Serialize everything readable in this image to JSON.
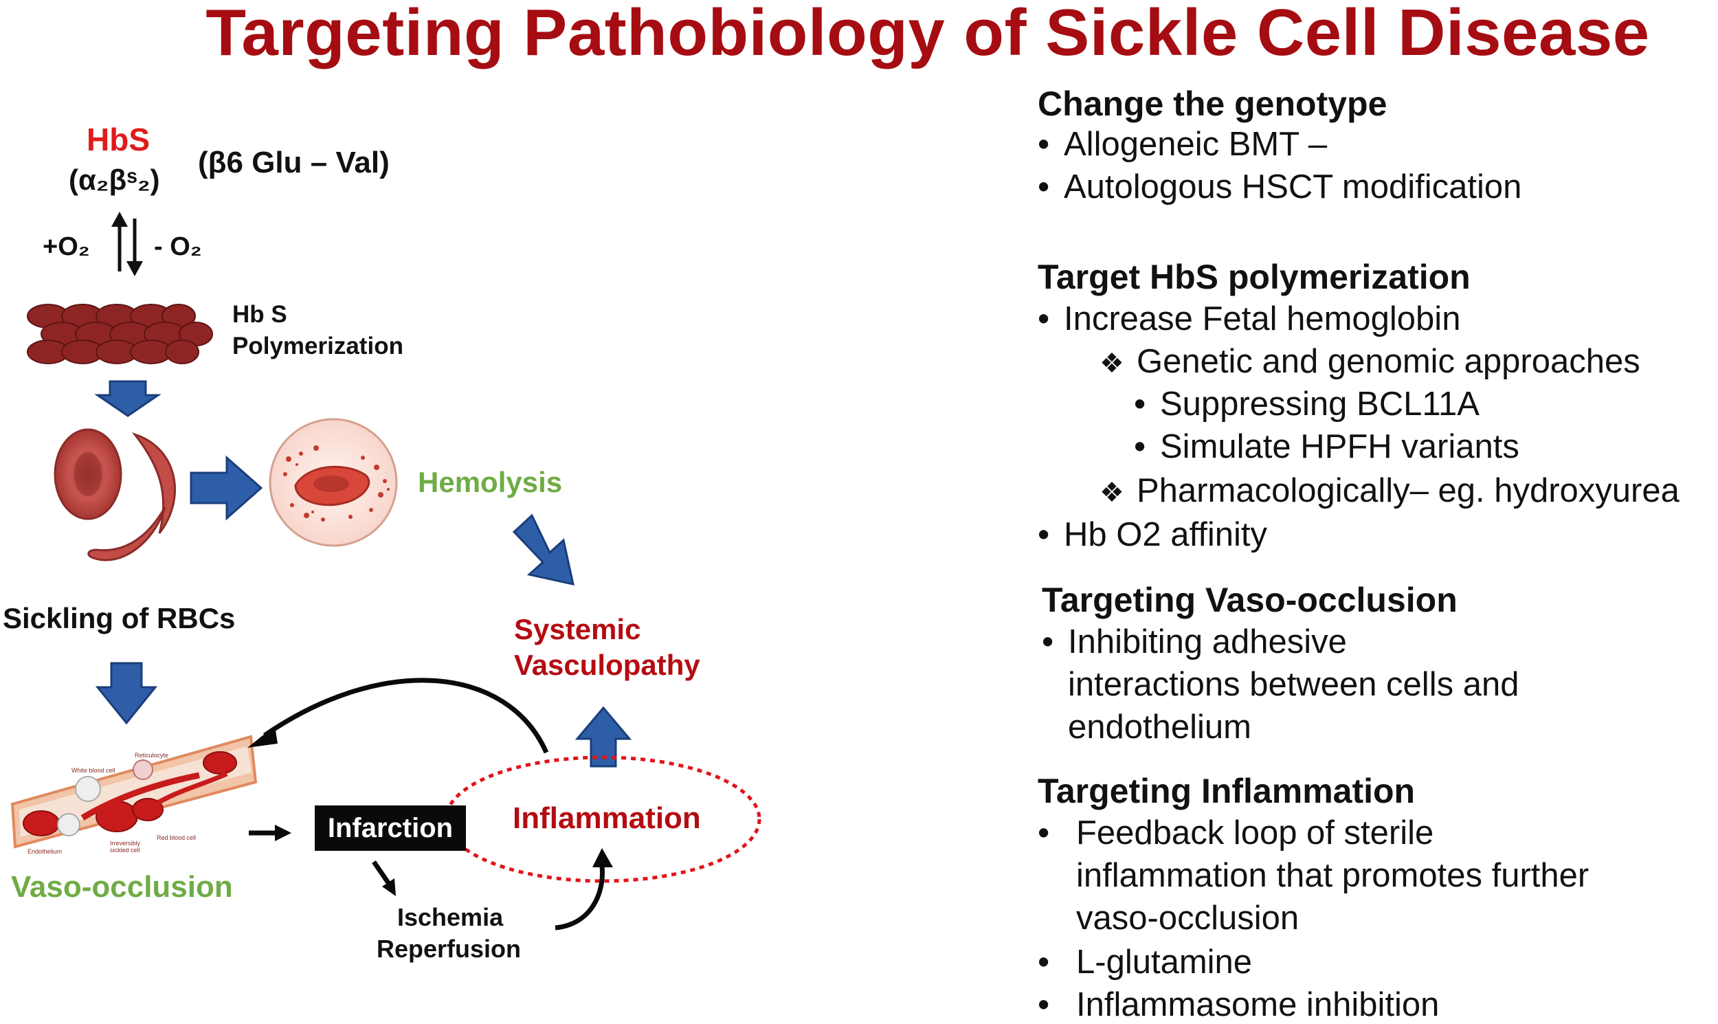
{
  "title": "Targeting Pathobiology of  Sickle Cell Disease",
  "diagram": {
    "hbs": "HbS",
    "alpha_beta": "(α₂βˢ₂)",
    "mutation": "(β6 Glu – Val)",
    "plus_o2": "+O₂",
    "minus_o2": "- O₂",
    "polymer_label_1": "Hb S",
    "polymer_label_2": "Polymerization",
    "hemolysis": "Hemolysis",
    "sickling": "Sickling of RBCs",
    "systemic_1": "Systemic",
    "systemic_2": "Vasculopathy",
    "vaso_occlusion": "Vaso-occlusion",
    "infarction": "Infarction",
    "inflammation": "Inflammation",
    "ischemia_1": "Ischemia",
    "ischemia_2": "Reperfusion",
    "vessel_labels": {
      "reticulocyte": "Reticulocyte",
      "wbc": "White blood cell",
      "endothelium": "Endothelium",
      "irreversibly": "Irreversibly",
      "sickled_cell": "sickled cell",
      "rbc": "Red blood cell"
    }
  },
  "right": {
    "s1_title": "Change the genotype",
    "s1_items": [
      "Allogeneic BMT –",
      "Autologous HSCT modification"
    ],
    "s2_title": "Target HbS polymerization",
    "s2_item1": "Increase Fetal hemoglobin",
    "s2_sub1": "Genetic and genomic approaches",
    "s2_subsub": [
      "Suppressing BCL11A",
      "Simulate HPFH variants"
    ],
    "s2_sub2": "Pharmacologically– eg. hydroxyurea",
    "s2_item2": "Hb O2 affinity",
    "s3_title": "Targeting Vaso-occlusion",
    "s3_lines": [
      "Inhibiting adhesive",
      "interactions between cells and",
      "endothelium"
    ],
    "s4_title": "Targeting Inflammation",
    "s4_lines": [
      "Feedback loop of sterile",
      "inflammation that promotes further",
      "vaso-occlusion"
    ],
    "s4_items": [
      "L-glutamine",
      "Inflammasome inhibition"
    ]
  },
  "colors": {
    "title": "#a50d12",
    "accent_red": "#e01b1b",
    "green": "#6fac45",
    "arrow_blue": "#2e5ea8",
    "rbc": "#b8403c"
  }
}
